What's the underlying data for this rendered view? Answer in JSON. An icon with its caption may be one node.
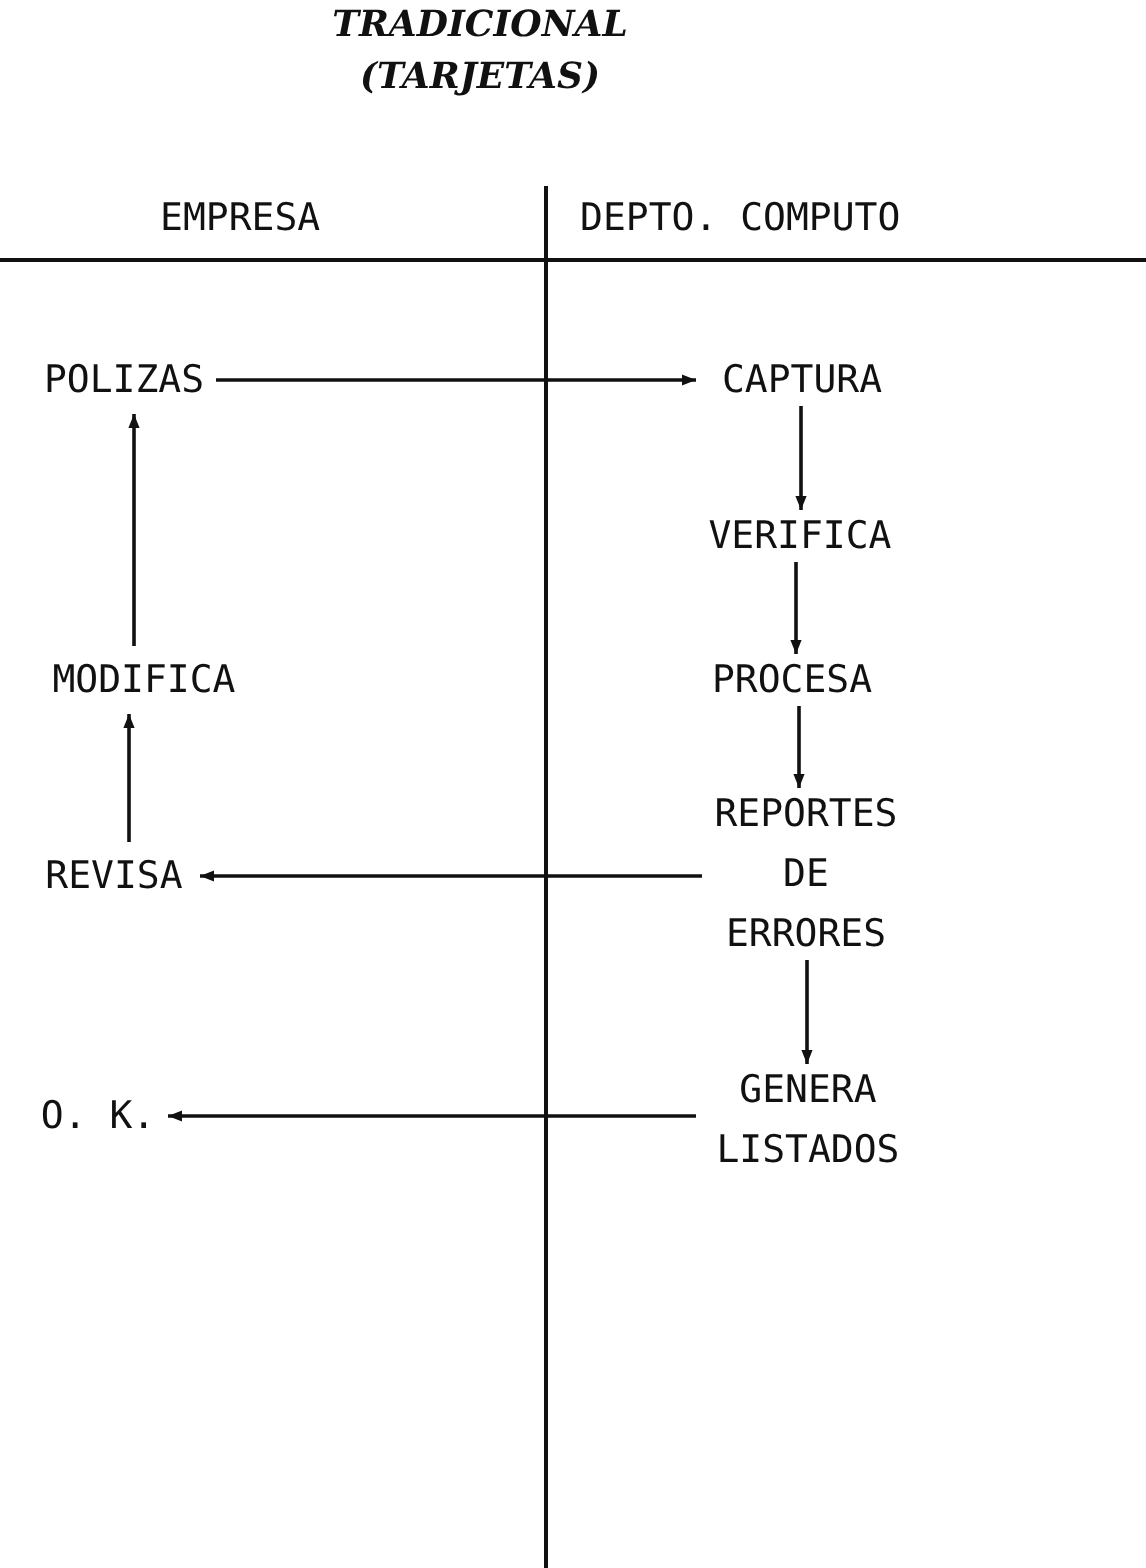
{
  "diagram": {
    "title": "TRADICIONAL (TARJETAS)",
    "nodes": [
      {
        "text": [
          "POLIZAS"
        ]
      },
      {
        "text": [
          "CAPTURA"
        ]
      },
      {
        "text": [
          "VERIFICA"
        ]
      },
      {
        "text": [
          "MODIFICA"
        ]
      },
      {
        "text": [
          "PROCESA"
        ]
      },
      {
        "text": [
          "REVISA"
        ]
      },
      {
        "text": [
          "REPORTES DE ERRORES"
        ]
      },
      {
        "text": [
          "O. K."
        ]
      },
      {
        "text": [
          "GENERA LISTADOS"
        ]
      }
    ],
    "edges": [
      {
        "from": 0,
        "to": 1,
        "arrow": "to"
      },
      {
        "from": 1,
        "to": 2,
        "arrow": "to"
      },
      {
        "from": 2,
        "to": 4,
        "arrow": "to"
      },
      {
        "from": 4,
        "to": 6,
        "arrow": "to"
      },
      {
        "from": 6,
        "to": 5,
        "arrow": "to"
      },
      {
        "from": 5,
        "to": 3,
        "arrow": "to"
      },
      {
        "from": 3,
        "to": 0,
        "arrow": "to"
      },
      {
        "from": 6,
        "to": 8,
        "arrow": "to"
      },
      {
        "from": 8,
        "to": 7,
        "arrow": "to"
      }
    ],
    "labels": [
      "EMPRESA",
      "DEPTO. COMPUTO"
    ]
  }
}
